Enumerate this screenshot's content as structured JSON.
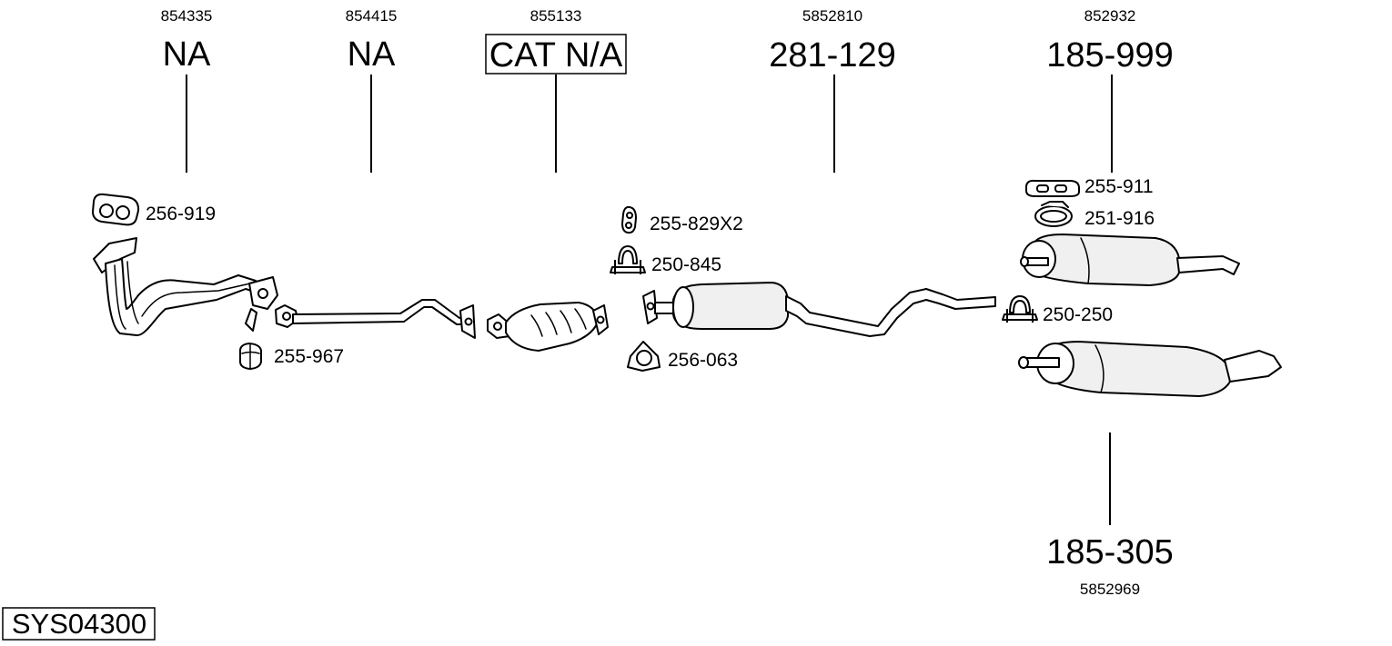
{
  "system_code": "SYS04300",
  "components": [
    {
      "oem": "854335",
      "ref": "NA",
      "boxed": false
    },
    {
      "oem": "854415",
      "ref": "NA",
      "boxed": false
    },
    {
      "oem": "855133",
      "ref": "CAT N/A",
      "boxed": true
    },
    {
      "oem": "5852810",
      "ref": "281-129",
      "boxed": false
    },
    {
      "oem": "852932",
      "ref": "185-999",
      "boxed": false
    },
    {
      "oem": "5852969",
      "ref": "185-305",
      "boxed": false
    }
  ],
  "parts": {
    "gasket_front": "256-919",
    "mount_rubber": "255-967",
    "hanger_rubber": "255-829X2",
    "clamp_mid": "250-845",
    "gasket_mid": "256-063",
    "bracket_rear": "255-911",
    "clamp_rear_band": "251-916",
    "clamp_rear": "250-250"
  }
}
